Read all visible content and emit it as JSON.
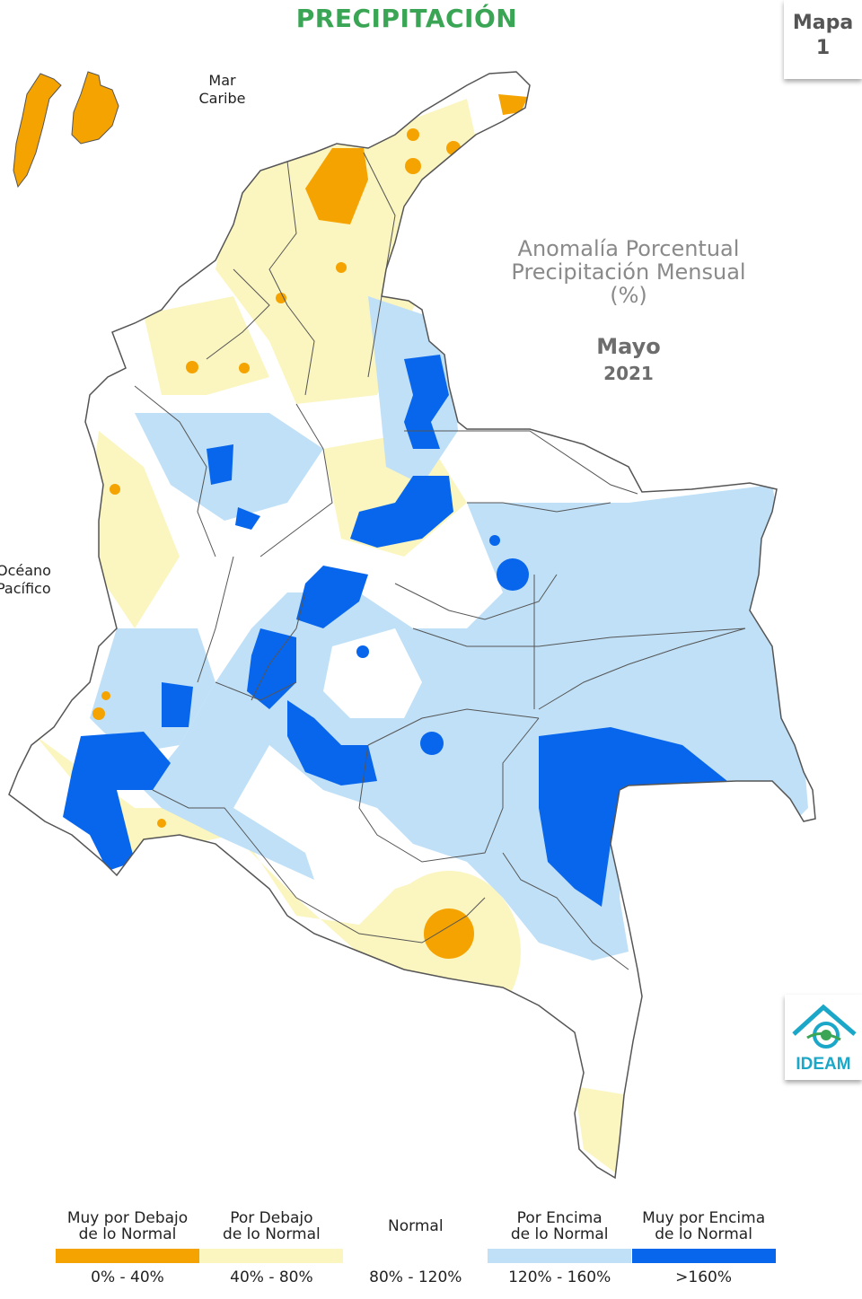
{
  "title": "PRECIPITACIÓN",
  "map_badge": {
    "line1": "Mapa",
    "line2": "1"
  },
  "labels": {
    "caribbean": [
      "Mar",
      "Caribe"
    ],
    "pacific": [
      "Océano",
      "Pacífico"
    ]
  },
  "anomaly_title": [
    "Anomalía Porcentual",
    "Precipitación Mensual",
    "(%)"
  ],
  "month": "Mayo",
  "year": "2021",
  "logo_text": "IDEAM",
  "colors": {
    "muy_bajo": "#f5a300",
    "bajo": "#fbf5bf",
    "normal": "#ffffff",
    "encima": "#bfe0f7",
    "muy_encima": "#0866ec",
    "title": "#3aa655",
    "border": "#555555"
  },
  "legend": [
    {
      "label": [
        "Muy por Debajo",
        "de lo Normal"
      ],
      "range": "0% - 40%",
      "color": "#f5a300"
    },
    {
      "label": [
        "Por Debajo",
        "de lo Normal"
      ],
      "range": "40% - 80%",
      "color": "#fbf5bf"
    },
    {
      "label": [
        "Normal"
      ],
      "range": "80% - 120%",
      "color": "#ffffff"
    },
    {
      "label": [
        "Por Encima",
        "de lo Normal"
      ],
      "range": "120% - 160%",
      "color": "#bfe0f7"
    },
    {
      "label": [
        "Muy por Encima",
        "de lo Normal"
      ],
      "range": ">160%",
      "color": "#0866ec"
    }
  ]
}
